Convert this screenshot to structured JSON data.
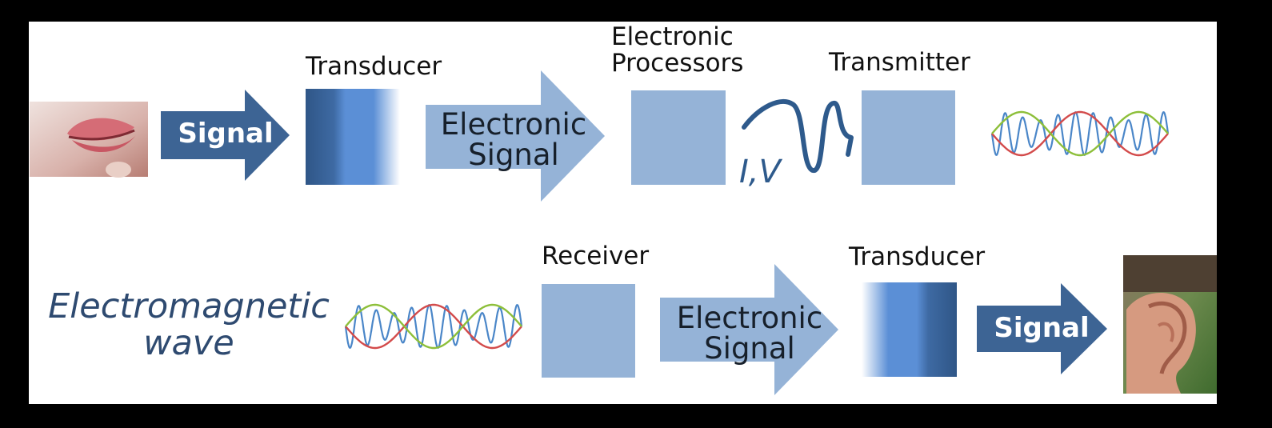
{
  "row1": {
    "signal_arrow": "Signal",
    "transducer_label": "Transducer",
    "electronic_signal_line1": "Electronic",
    "electronic_signal_line2": "Signal",
    "processors_line1": "Electronic",
    "processors_line2": "Processors",
    "iv_label": "I,V",
    "transmitter_label": "Transmitter"
  },
  "row2": {
    "em_line1": "Electromagnetic",
    "em_line2": "wave",
    "receiver_label": "Receiver",
    "electronic_signal_line1": "Electronic",
    "electronic_signal_line2": "Signal",
    "transducer_label": "Transducer",
    "signal_arrow": "Signal"
  },
  "colors": {
    "dark_arrow": "#3d6494",
    "light_arrow": "#95b3d7",
    "box": "#95b3d7",
    "wave_blue": "#4a86c8",
    "wave_red": "#d34b4b",
    "wave_green": "#8dbf3a"
  },
  "icons": [
    "mouth-photo",
    "ear-photo",
    "electromagnetic-wave-icon",
    "current-voltage-curve-icon"
  ]
}
